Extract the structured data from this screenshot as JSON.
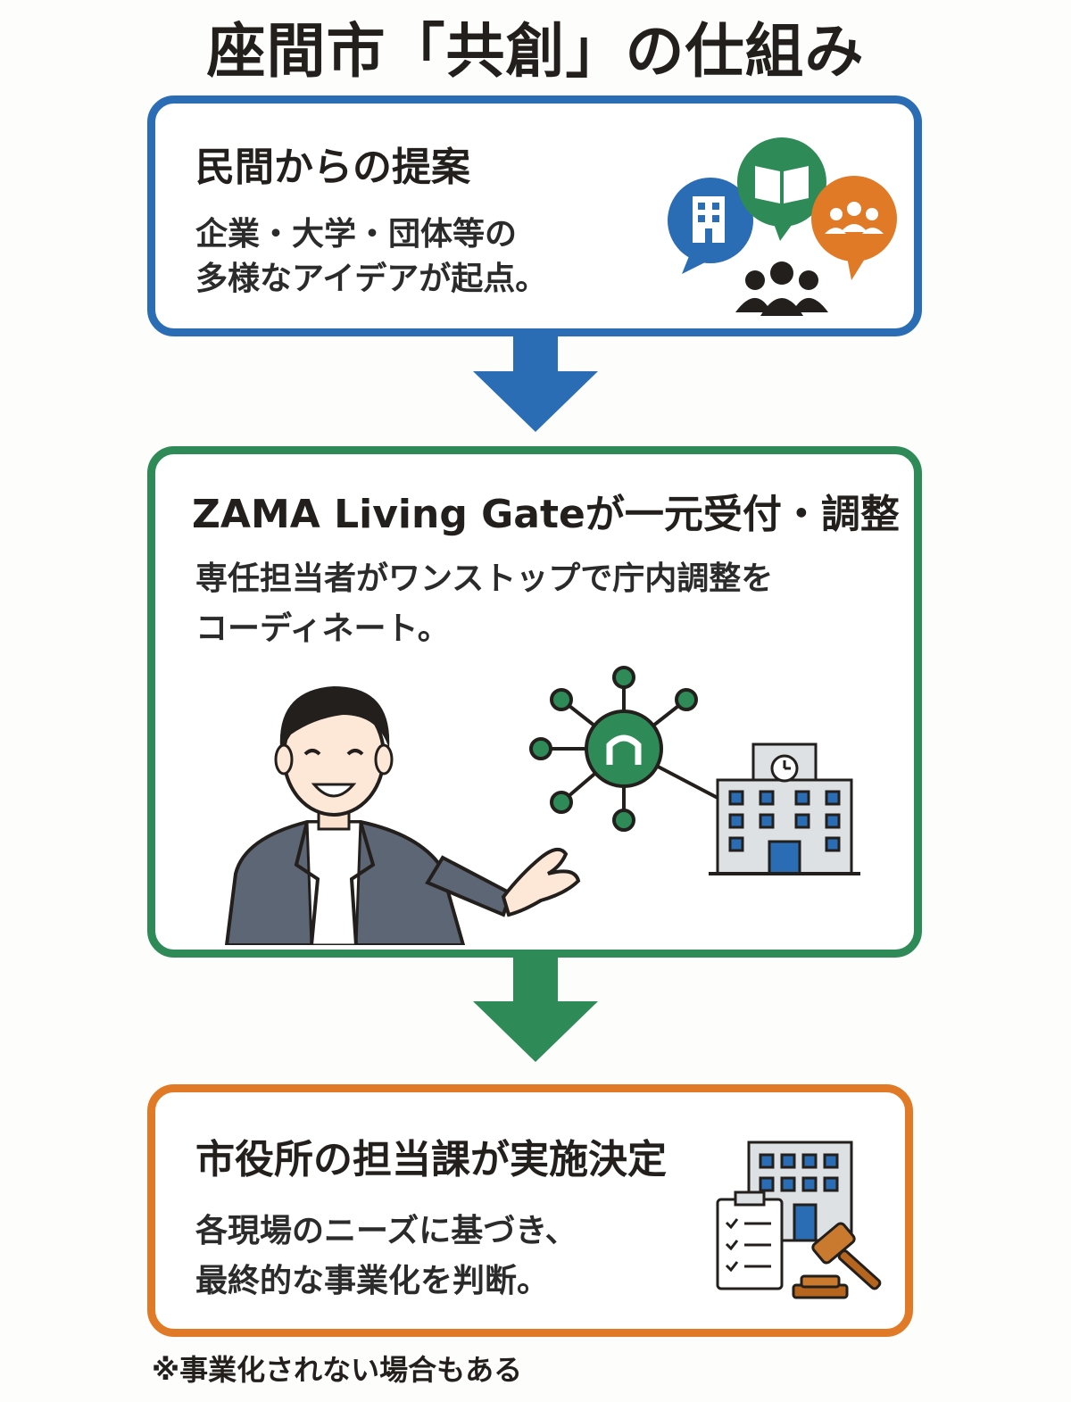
{
  "title": "座間市「共創」の仕組み",
  "colors": {
    "blue": "#2a6db5",
    "green": "#2e8b57",
    "orange": "#e07a26",
    "text": "#231f1c",
    "gray_building": "#cfd3d6"
  },
  "steps": [
    {
      "title": "民間からの提案",
      "body": "企業・大学・団体等の\n多様なアイデアが起点。",
      "illustration_icons": [
        "building-icon",
        "book-icon",
        "group-icon",
        "people-icon"
      ]
    },
    {
      "title": "ZAMA Living Gateが一元受付・調整",
      "body": "専任担当者がワンストップで庁内調整を\nコーディネート。",
      "illustration_icons": [
        "staff-person-icon",
        "network-hub-icon",
        "city-hall-icon"
      ]
    },
    {
      "title": "市役所の担当課が実施決定",
      "body": "各現場のニーズに基づき、\n最終的な事業化を判断。",
      "illustration_icons": [
        "office-building-icon",
        "checklist-icon",
        "gavel-icon"
      ]
    }
  ],
  "note": "※事業化されない場合もある"
}
